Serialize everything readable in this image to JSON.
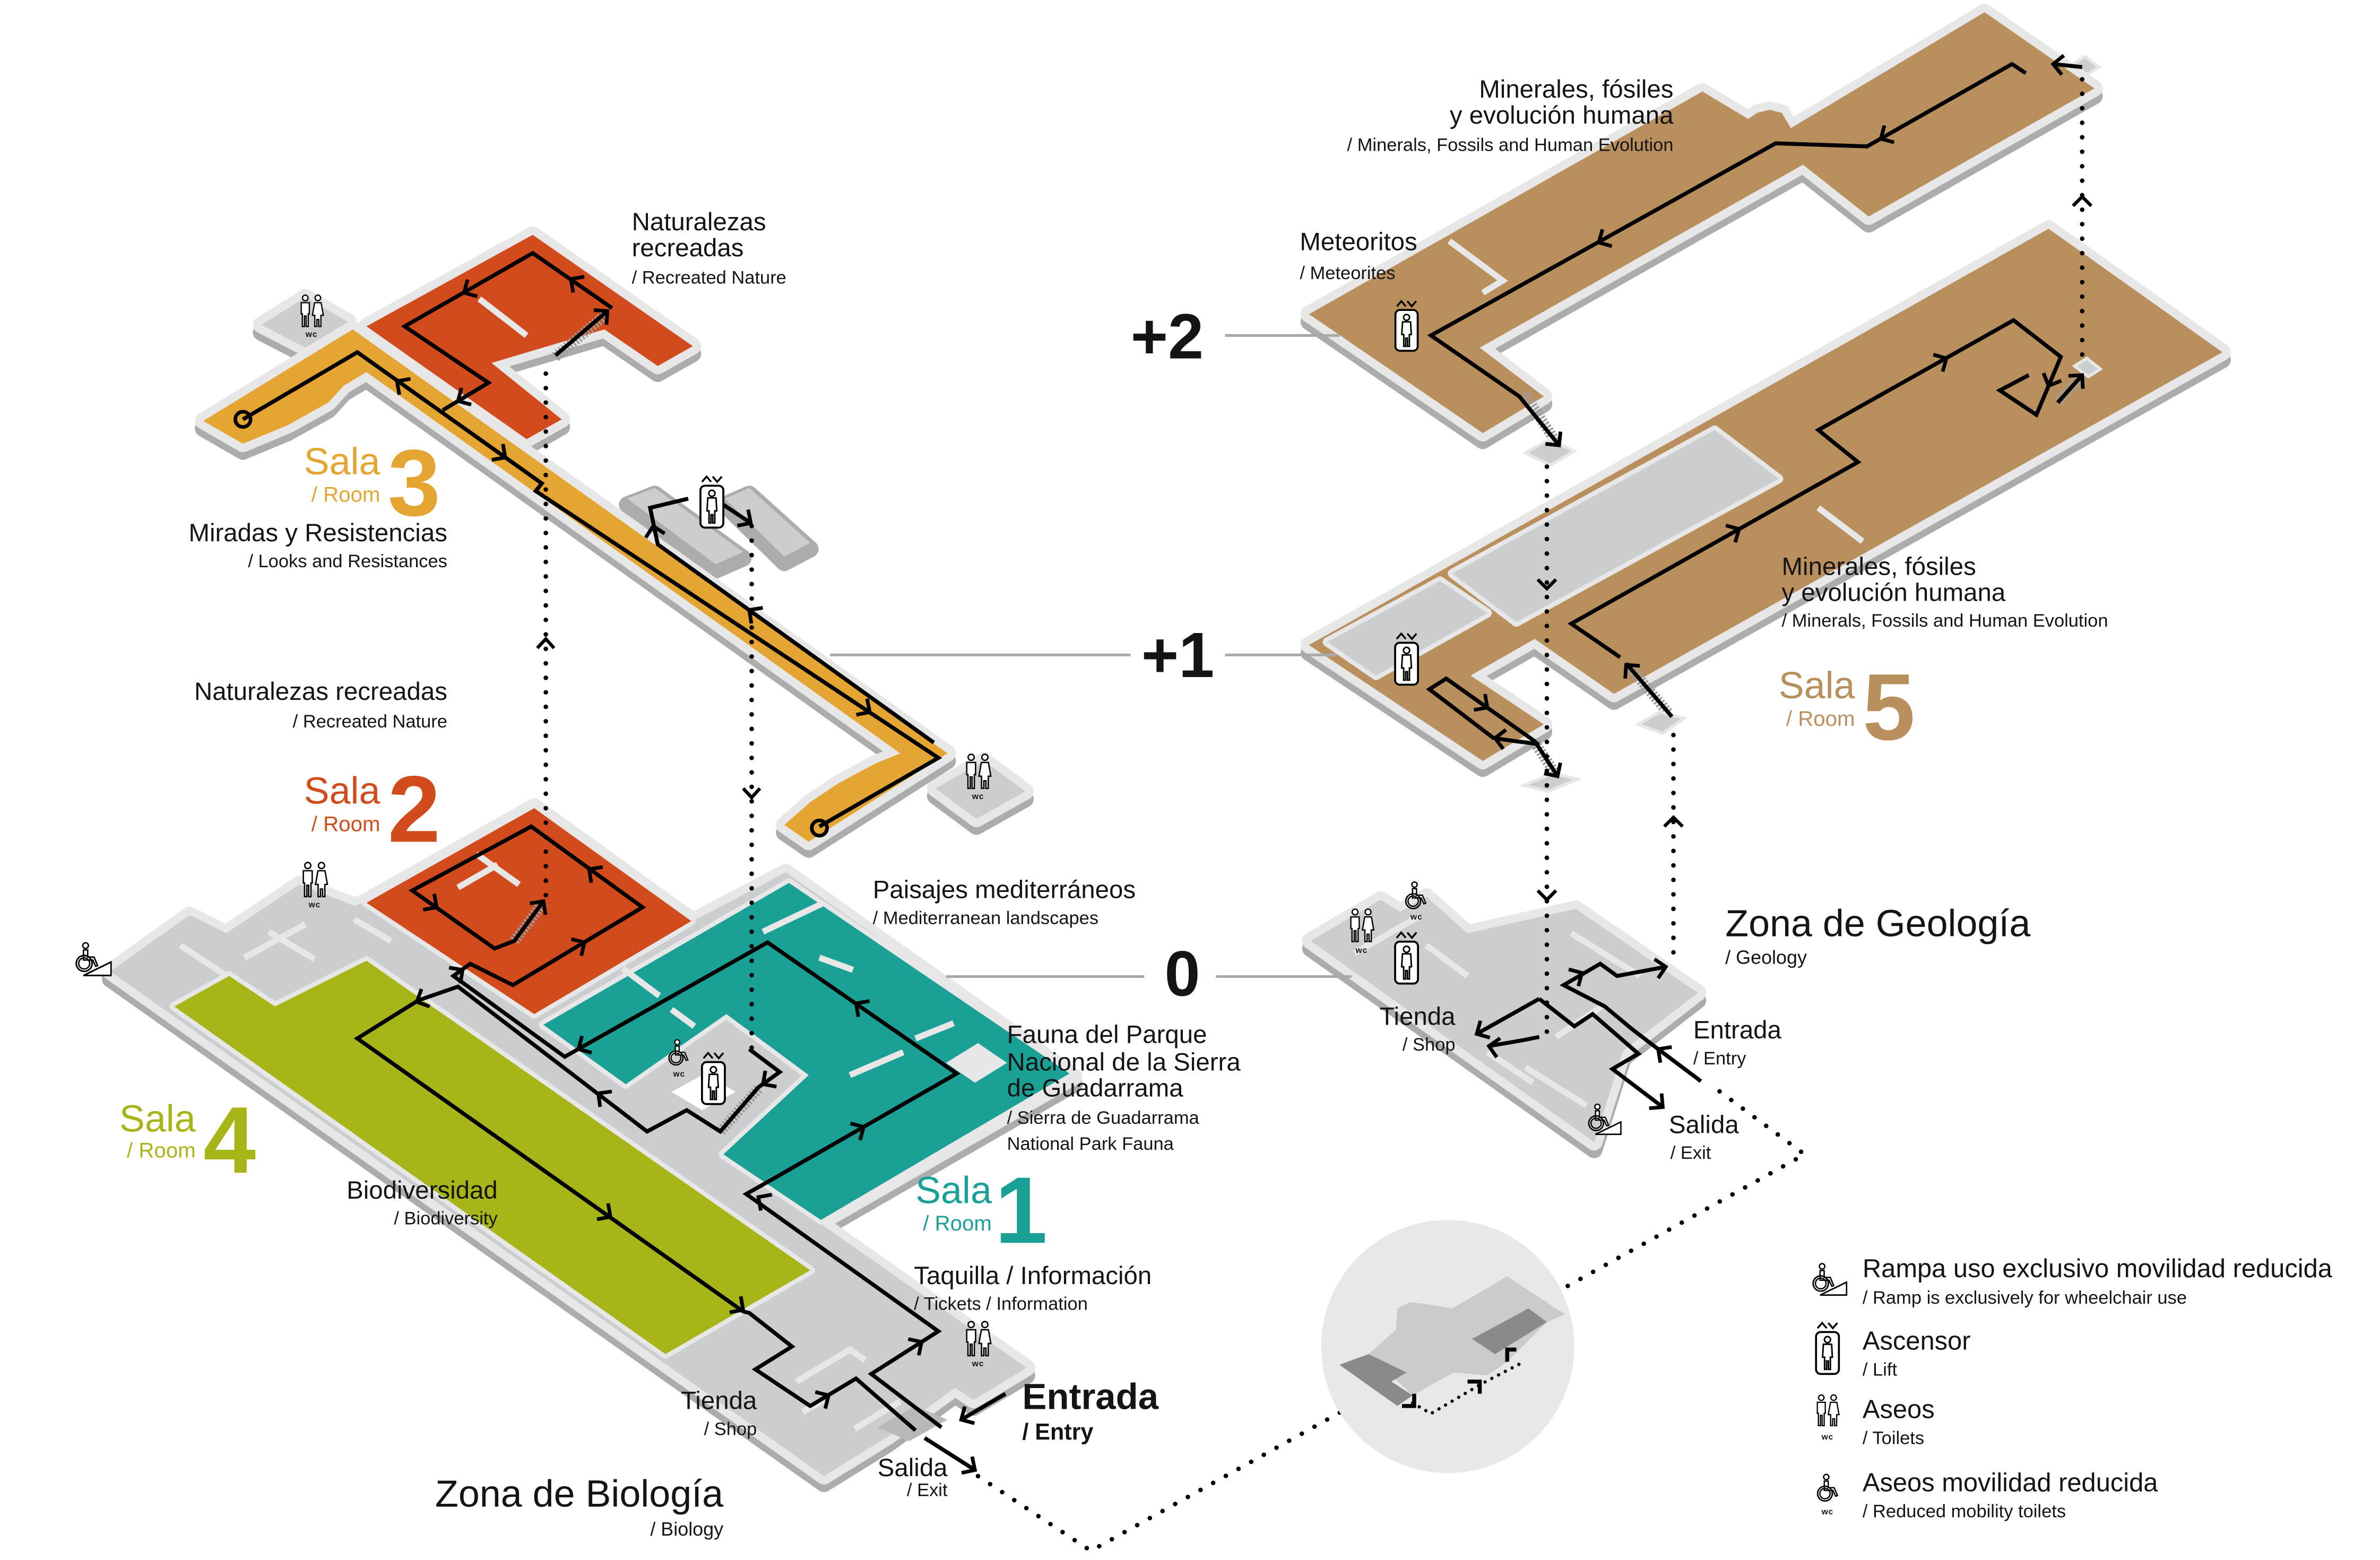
{
  "floors": {
    "plus2": "+2",
    "plus1": "+1",
    "ground": "0"
  },
  "zones": {
    "biology": {
      "title": "Zona de Biología",
      "subtitle": "/ Biology"
    },
    "geology": {
      "title": "Zona de Geología",
      "subtitle": "/ Geology"
    }
  },
  "rooms": {
    "sala1": {
      "label": "Sala",
      "room": "/ Room",
      "number": "1"
    },
    "sala2": {
      "label": "Sala",
      "room": "/ Room",
      "number": "2"
    },
    "sala3": {
      "label": "Sala",
      "room": "/ Room",
      "number": "3"
    },
    "sala4": {
      "label": "Sala",
      "room": "/ Room",
      "number": "4"
    },
    "sala5": {
      "label": "Sala",
      "room": "/ Room",
      "number": "5"
    }
  },
  "exhibits": {
    "recreated_nature_upper": {
      "lines": [
        "Naturalezas",
        "recreadas"
      ],
      "subtitle": "/ Recreated Nature"
    },
    "looks_resistances": {
      "title": "Miradas y Resistencias",
      "subtitle": "/ Looks and Resistances"
    },
    "recreated_nature_lower": {
      "title": "Naturalezas recreadas",
      "subtitle": "/ Recreated Nature"
    },
    "mediterranean": {
      "title": "Paisajes mediterráneos",
      "subtitle": "/ Mediterranean landscapes"
    },
    "guadarrama_fauna": {
      "lines": [
        "Fauna del Parque",
        "Nacional de la Sierra",
        "de Guadarrama"
      ],
      "subtitle_lines": [
        "/ Sierra de Guadarrama",
        "National Park Fauna"
      ]
    },
    "biodiversity": {
      "title": "Biodiversidad",
      "subtitle": "/ Biodiversity"
    },
    "minerals_upper": {
      "lines": [
        "Minerales, fósiles",
        "y evolución humana"
      ],
      "subtitle": "/ Minerals, Fossils and Human Evolution"
    },
    "meteorites": {
      "title": "Meteoritos",
      "subtitle": "/ Meteorites"
    },
    "minerals_lower": {
      "lines": [
        "Minerales, fósiles",
        "y evolución humana"
      ],
      "subtitle": "/ Minerals, Fossils and Human Evolution"
    }
  },
  "services": {
    "biology": {
      "tickets": {
        "title": "Taquilla / Información",
        "subtitle": "/ Tickets / Information"
      },
      "entry": {
        "title": "Entrada",
        "subtitle": "/ Entry"
      },
      "shop": {
        "title": "Tienda",
        "subtitle": "/ Shop"
      },
      "exit": {
        "title": "Salida",
        "subtitle": "/ Exit"
      }
    },
    "geology": {
      "shop": {
        "title": "Tienda",
        "subtitle": "/ Shop"
      },
      "entry": {
        "title": "Entrada",
        "subtitle": "/ Entry"
      },
      "exit": {
        "title": "Salida",
        "subtitle": "/ Exit"
      }
    }
  },
  "icons": {
    "wc_label": "wc",
    "toilets": "toilets-icon",
    "lift": "lift-icon",
    "accessible_toilets": "accessible-toilet-icon",
    "ramp": "wheelchair-ramp-icon"
  },
  "legend": [
    {
      "icon": "wheelchair-ramp-icon",
      "title": "Rampa uso exclusivo movilidad reducida",
      "subtitle": "/ Ramp is exclusively for wheelchair use"
    },
    {
      "icon": "lift-icon",
      "title": "Ascensor",
      "subtitle": "/ Lift"
    },
    {
      "icon": "toilets-icon",
      "title": "Aseos",
      "subtitle": "/ Toilets"
    },
    {
      "icon": "accessible-toilet-icon",
      "title": "Aseos movilidad reducida",
      "subtitle": "/ Reduced mobility toilets"
    }
  ],
  "colors": {
    "sala1": "#1AA095",
    "sala2": "#D24B1C",
    "sala3": "#E5A533",
    "sala4": "#A8B518",
    "sala5": "#B9905D",
    "floor": "#CCCDCF",
    "rim": "#E7E7E7",
    "side": "#ACACAC",
    "route": "#000000"
  }
}
